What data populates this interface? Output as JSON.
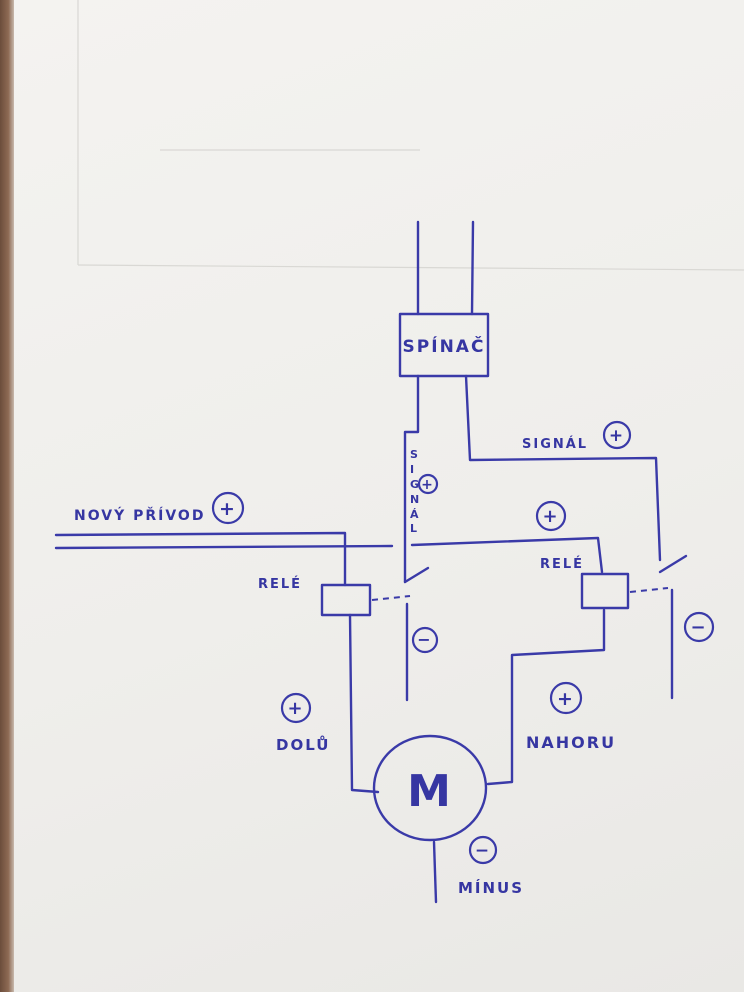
{
  "labels": {
    "spinac": "SPÍNAČ",
    "signal_right": "SIGNÁL",
    "signal_vertical": [
      "S",
      "I",
      "G",
      "N",
      "Á",
      "L"
    ],
    "novy_privod": "NOVÝ PŘÍVOD",
    "rele_left": "RELÉ",
    "rele_right": "RELÉ",
    "dolu": "DOLŮ",
    "nahoru": "NAHORU",
    "minus": "MÍNUS",
    "motor": "M"
  },
  "symbols": {
    "plus": "+",
    "minus": "−"
  },
  "colors": {
    "ink": "#3a3aa8",
    "paper": "#f2f1ee"
  }
}
